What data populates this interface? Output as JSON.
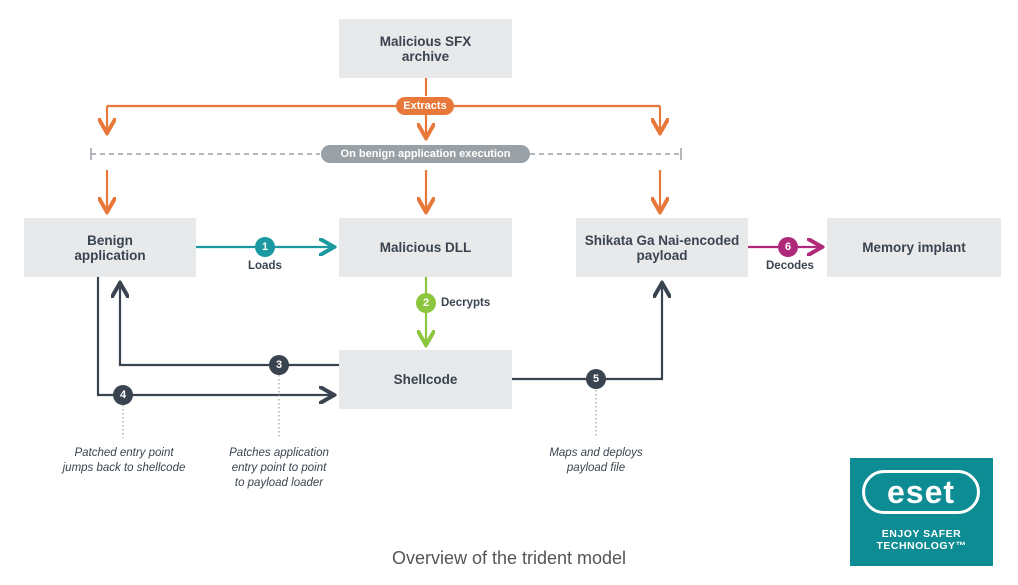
{
  "nodes": {
    "sfx": "Malicious SFX\narchive",
    "benign": "Benign\napplication",
    "dll": "Malicious DLL",
    "payload": "Shikata Ga Nai-encoded\npayload",
    "implant": "Memory implant",
    "shellcode": "Shellcode"
  },
  "labels": {
    "extracts": "Extracts",
    "execution": "On benign application execution",
    "loads": "Loads",
    "decrypts": "Decrypts",
    "decodes": "Decodes"
  },
  "steps": {
    "s1": "1",
    "s2": "2",
    "s3": "3",
    "s4": "4",
    "s5": "5",
    "s6": "6"
  },
  "notes": {
    "n4": "Patched entry point\njumps back to shellcode",
    "n3": "Patches application\nentry point to point\nto payload loader",
    "n5": "Maps and deploys\npayload file"
  },
  "caption": "Overview of the trident model",
  "logo": {
    "word": "eset",
    "tagline": "ENJOY SAFER\nTECHNOLOGY™"
  },
  "colors": {
    "orange": "#e8773a",
    "gray": "#9aa1a6",
    "teal": "#1a9aa0",
    "green": "#8cc63f",
    "magenta": "#b0287a",
    "dark": "#3a4450",
    "brand": "#0e8c93"
  }
}
